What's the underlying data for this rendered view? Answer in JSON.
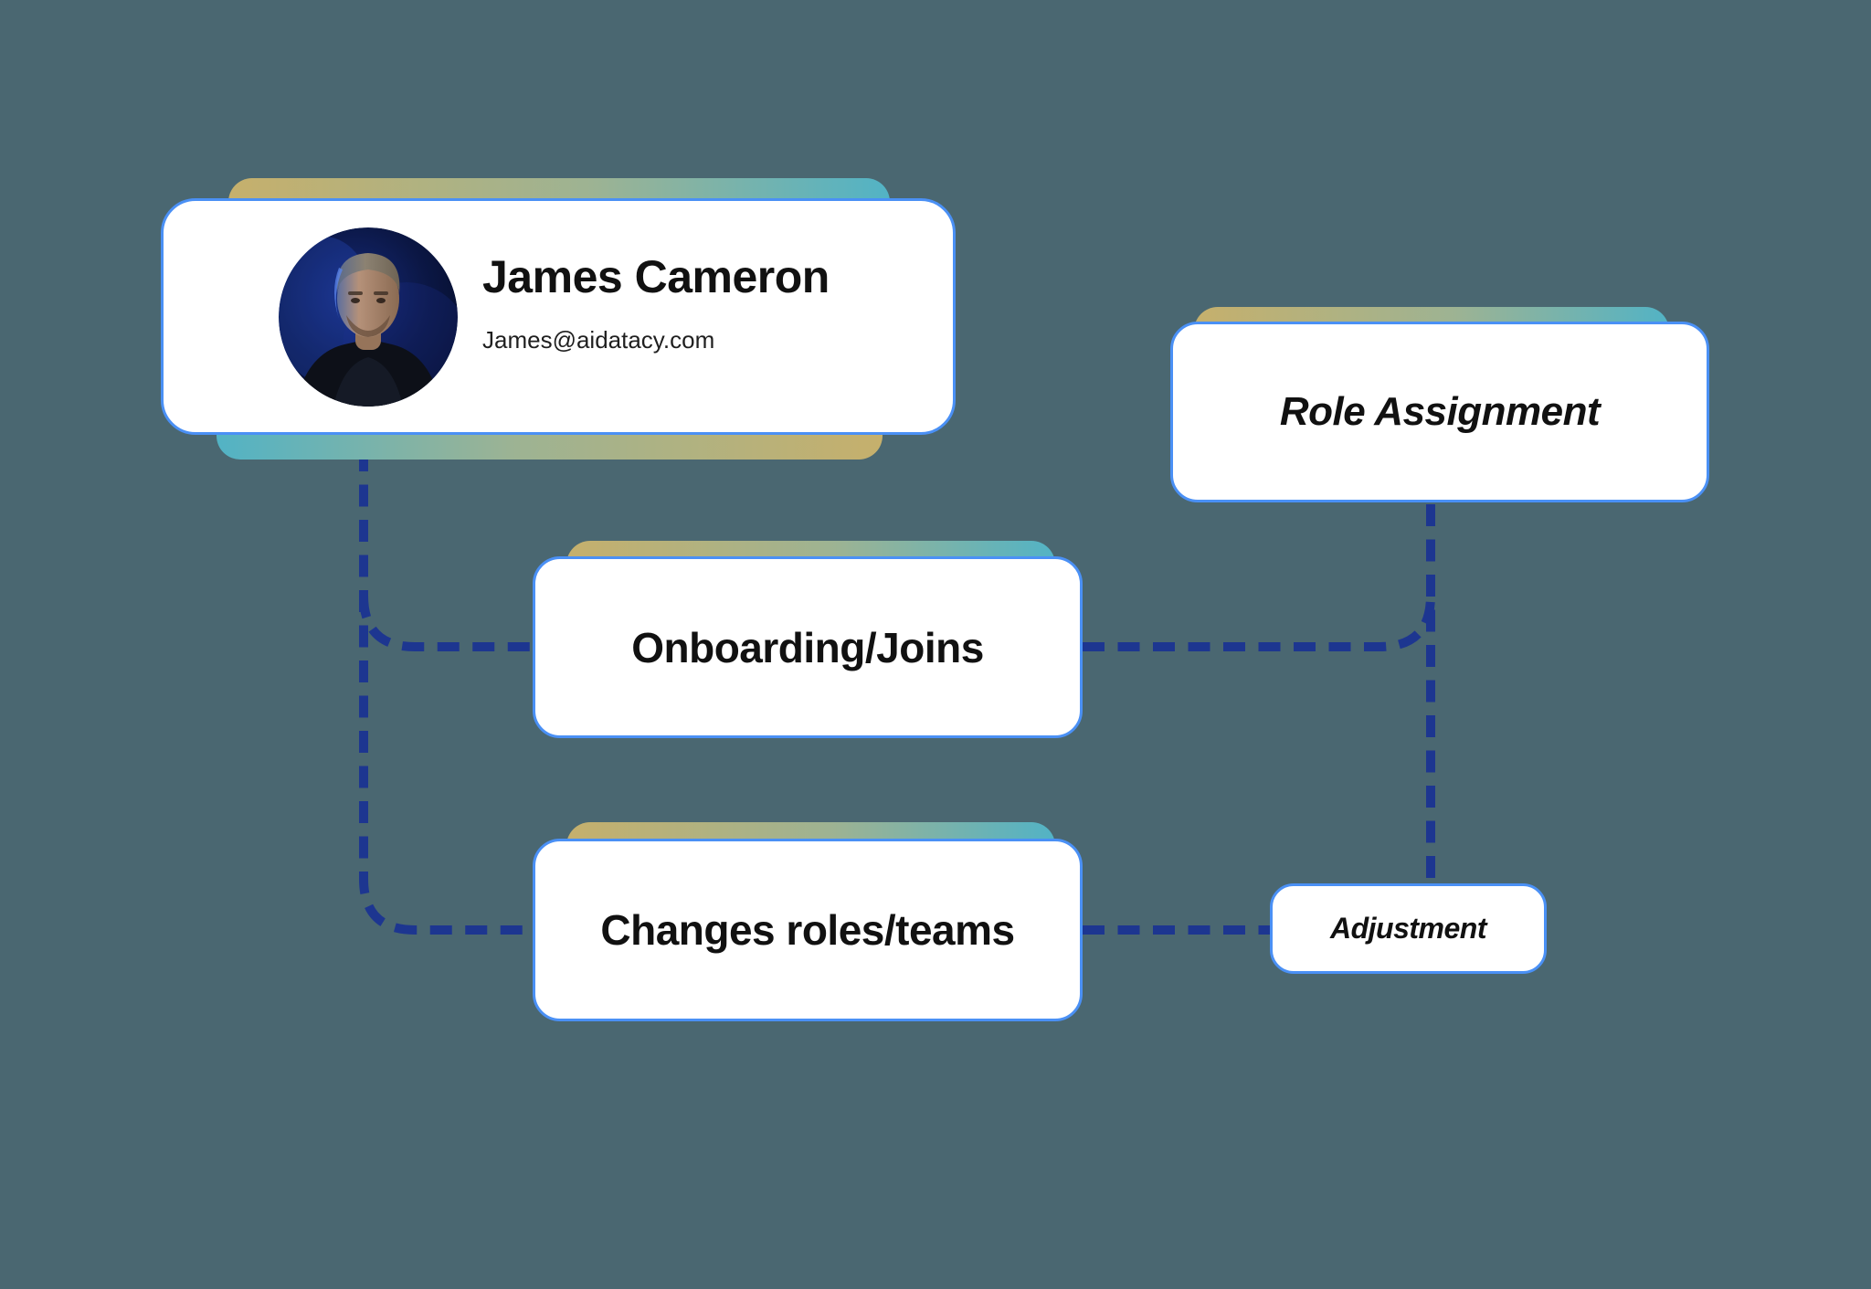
{
  "diagram": {
    "background_color": "#4a6771",
    "colors": {
      "node_border_blue": "#4a90f5",
      "connector_navy": "#1d3690",
      "accent_gold": "#c6b06c",
      "accent_teal": "#52b3c5",
      "node_fill": "#ffffff",
      "text": "#111111"
    },
    "profile_card": {
      "name": "James Cameron",
      "email": "James@aidatacy.com",
      "avatar": "portrait-photo-man-dark-blue-background"
    },
    "nodes": [
      {
        "id": "role-assignment",
        "label": "Role Assignment",
        "text_style": "bold-italic"
      },
      {
        "id": "onboarding-joins",
        "label": "Onboarding/Joins",
        "text_style": "bold"
      },
      {
        "id": "changes-roles-teams",
        "label": "Changes roles/teams",
        "text_style": "bold"
      },
      {
        "id": "adjustment",
        "label": "Adjustment",
        "text_style": "bold-italic"
      }
    ],
    "edges": [
      {
        "from": "profile-card",
        "to": "onboarding-joins",
        "style": "dashed"
      },
      {
        "from": "profile-card",
        "to": "changes-roles-teams",
        "style": "dashed"
      },
      {
        "from": "onboarding-joins",
        "to": "role-assignment",
        "style": "dashed"
      },
      {
        "from": "role-assignment",
        "to": "adjustment",
        "style": "dashed"
      },
      {
        "from": "changes-roles-teams",
        "to": "adjustment",
        "style": "dashed"
      }
    ]
  }
}
